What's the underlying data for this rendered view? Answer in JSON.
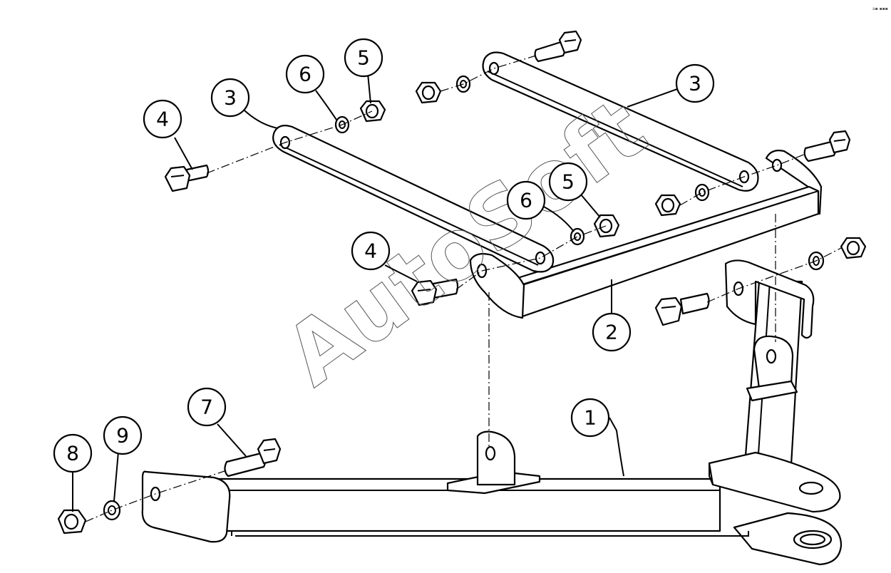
{
  "watermark": "AutoSoft",
  "corner_mark": "a▪ ▪▪▪",
  "callouts": [
    {
      "key": "c1",
      "label": "1"
    },
    {
      "key": "c2",
      "label": "2"
    },
    {
      "key": "c3a",
      "label": "3"
    },
    {
      "key": "c3b",
      "label": "3"
    },
    {
      "key": "c4a",
      "label": "4"
    },
    {
      "key": "c4b",
      "label": "4"
    },
    {
      "key": "c5a",
      "label": "5"
    },
    {
      "key": "c5b",
      "label": "5"
    },
    {
      "key": "c6a",
      "label": "6"
    },
    {
      "key": "c6b",
      "label": "6"
    },
    {
      "key": "c7",
      "label": "7"
    },
    {
      "key": "c8",
      "label": "8"
    },
    {
      "key": "c9",
      "label": "9"
    }
  ]
}
